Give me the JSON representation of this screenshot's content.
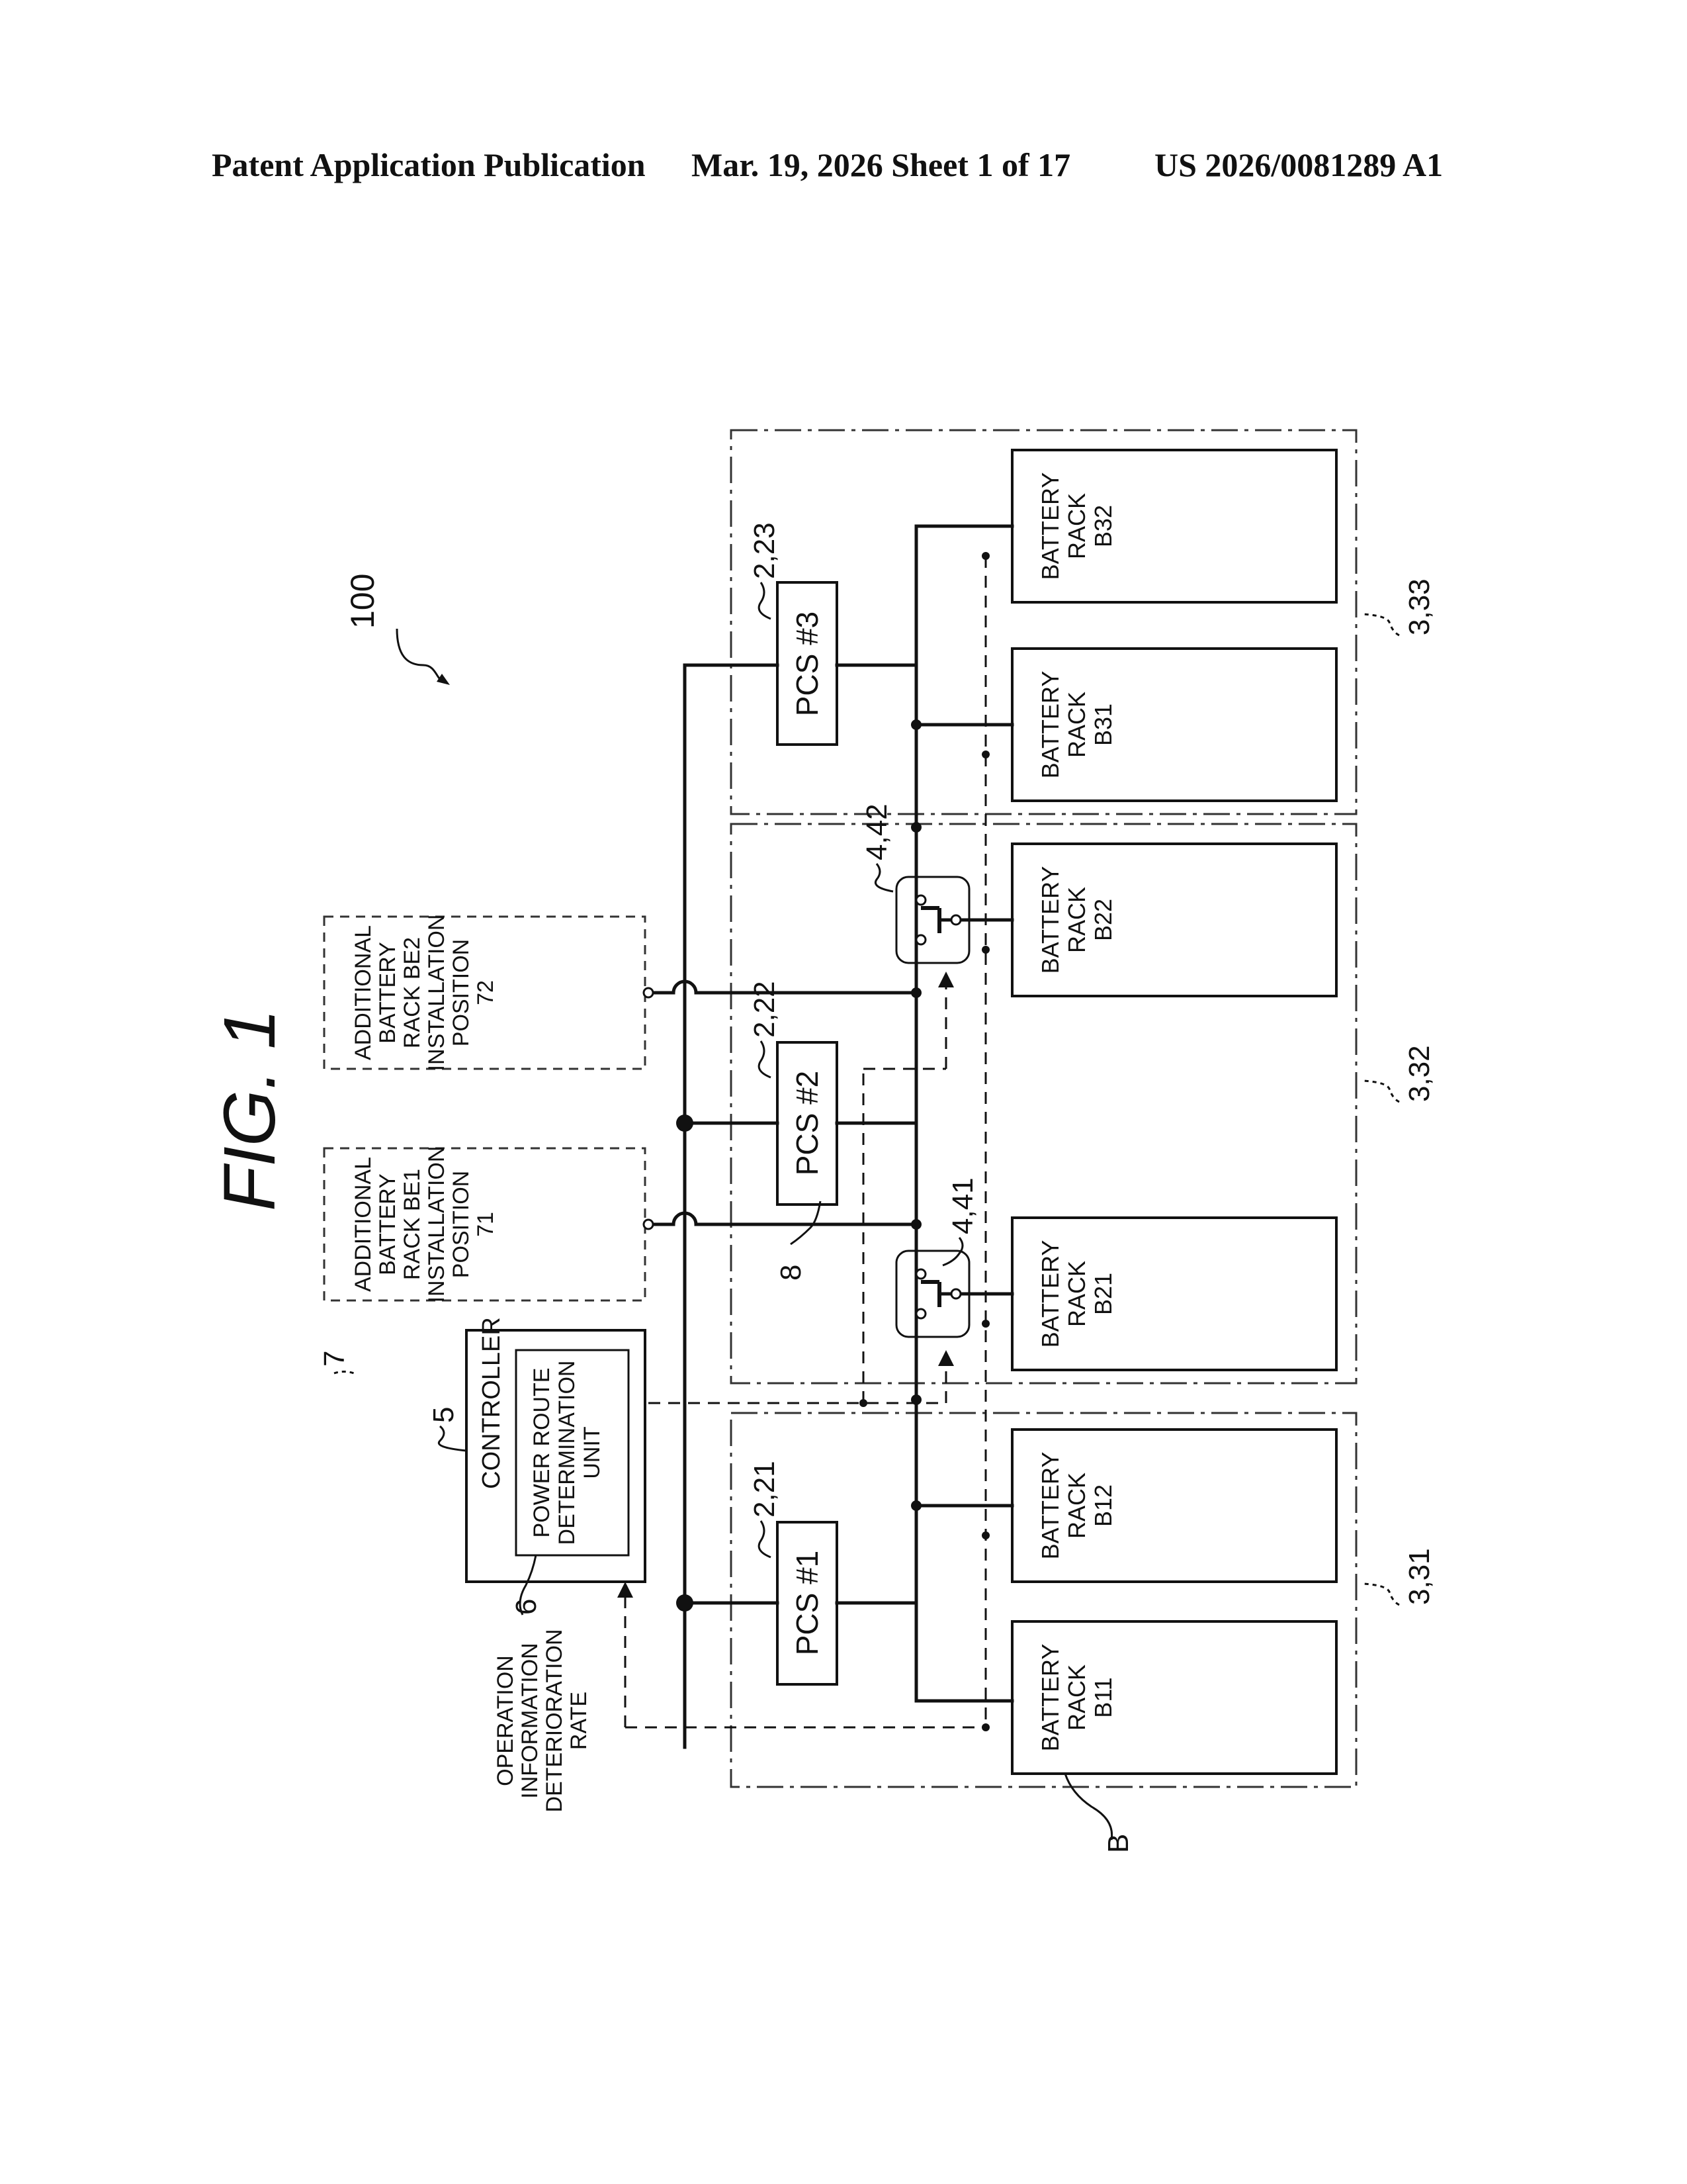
{
  "header": {
    "publication": "Patent Application Publication",
    "date_sheet": "Mar. 19, 2026  Sheet 1 of 17",
    "number": "US 2026/0081289 A1"
  },
  "figure": {
    "title": "FIG. 1",
    "system_ref": "100",
    "ref_controller": "5",
    "controller": "CONTROLLER",
    "ref_unit": "6",
    "unit": [
      "POWER ROUTE",
      "DETERMINATION",
      "UNIT"
    ],
    "ref_additional": "7",
    "additional1": [
      "ADDITIONAL",
      "BATTERY",
      "RACK BE1",
      "INSTALLATION",
      "POSITION",
      "71"
    ],
    "additional2": [
      "ADDITIONAL",
      "BATTERY",
      "RACK BE2",
      "INSTALLATION",
      "POSITION",
      "72"
    ],
    "ref_bus": "8",
    "pcs1": "PCS #1",
    "ref_pcs1": "2,21",
    "pcs2": "PCS #2",
    "ref_pcs2": "2,22",
    "pcs3": "PCS #3",
    "ref_pcs3": "2,23",
    "ref_switch1": "4,41",
    "ref_switch2": "4,42",
    "rack_b11": [
      "BATTERY",
      "RACK",
      "B11"
    ],
    "rack_b12": [
      "BATTERY",
      "RACK",
      "B12"
    ],
    "rack_b21": [
      "BATTERY",
      "RACK",
      "B21"
    ],
    "rack_b22": [
      "BATTERY",
      "RACK",
      "B22"
    ],
    "rack_b31": [
      "BATTERY",
      "RACK",
      "B31"
    ],
    "rack_b32": [
      "BATTERY",
      "RACK",
      "B32"
    ],
    "ref_group1": "3,31",
    "ref_group2": "3,32",
    "ref_group3": "3,33",
    "ref_battery": "B",
    "operation_info": [
      "OPERATION",
      "INFORMATION",
      "DETERIORATION",
      "RATE"
    ]
  }
}
